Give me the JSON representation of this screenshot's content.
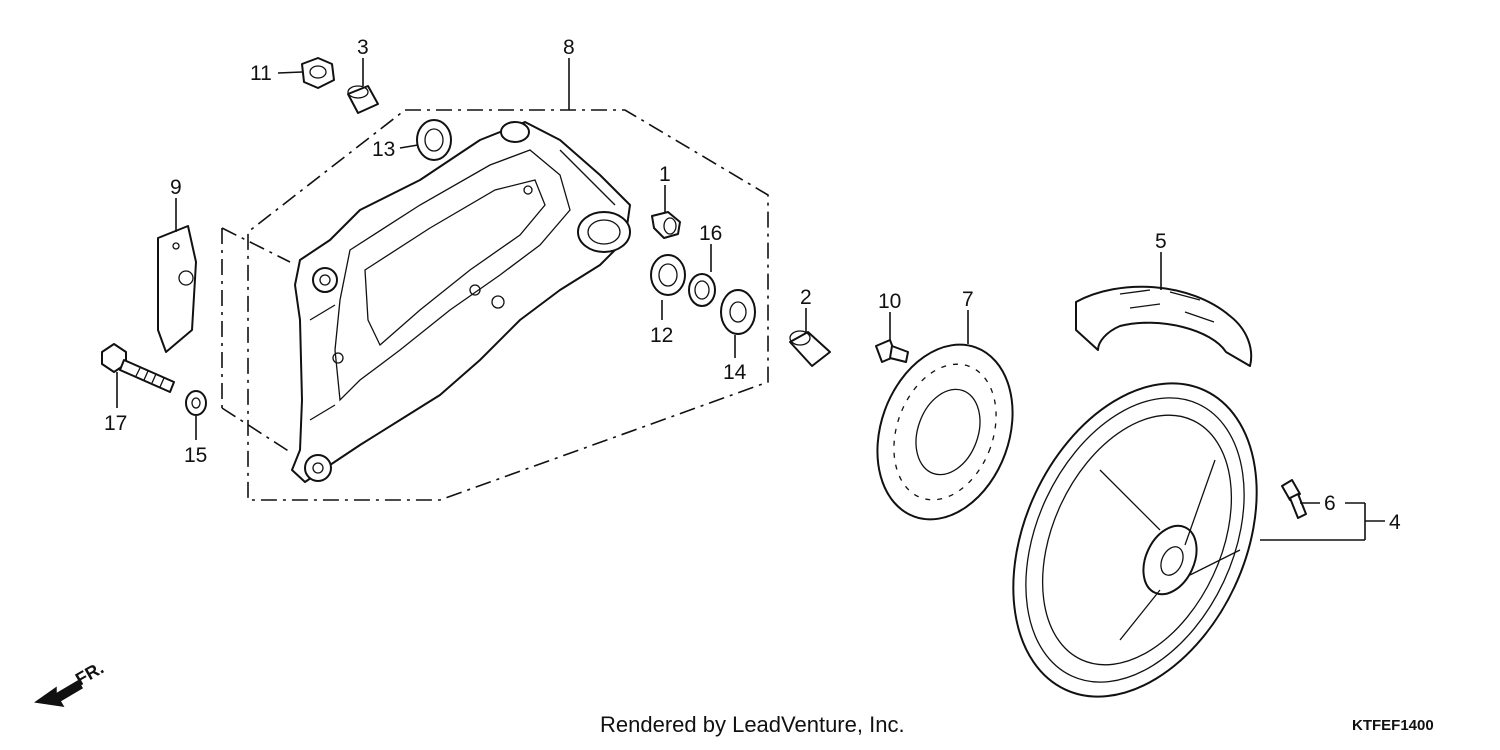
{
  "callouts": {
    "c1": "1",
    "c2": "2",
    "c3": "3",
    "c4": "4",
    "c5": "5",
    "c6": "6",
    "c7": "7",
    "c8": "8",
    "c9": "9",
    "c10": "10",
    "c11": "11",
    "c12": "12",
    "c13": "13",
    "c14": "14",
    "c15": "15",
    "c16": "16",
    "c17": "17"
  },
  "direction_label": "FR.",
  "credit": "Rendered by LeadVenture, Inc.",
  "diagram_code": "KTFEF1400"
}
